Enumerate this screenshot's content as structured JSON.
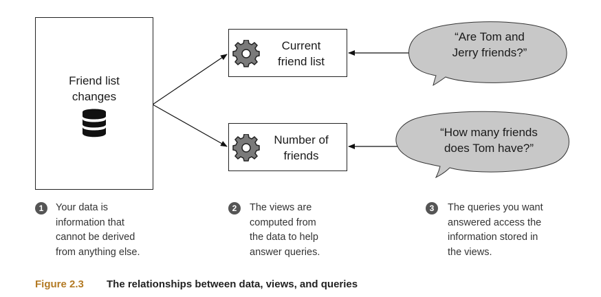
{
  "data_box": {
    "title": "Friend list\nchanges",
    "icon": "database-icon"
  },
  "views": [
    {
      "label": "Current\nfriend list",
      "icon": "gear-icon"
    },
    {
      "label": "Number of\nfriends",
      "icon": "gear-icon"
    }
  ],
  "queries": [
    {
      "text": "“Are Tom and\nJerry friends?”"
    },
    {
      "text": "“How many friends\ndoes Tom have?”"
    }
  ],
  "notes": [
    {
      "number": "1",
      "text": "Your data is\ninformation that\ncannot be derived\nfrom anything else."
    },
    {
      "number": "2",
      "text": "The views are\ncomputed from\nthe data to help\nanswer queries."
    },
    {
      "number": "3",
      "text": "The queries you want\nanswered access the\ninformation stored in\nthe views."
    }
  ],
  "caption": {
    "label": "Figure 2.3",
    "text": "The relationships between data, views, and queries"
  },
  "colors": {
    "bubble_fill": "#c8c8c8",
    "caption_accent": "#b37a24",
    "badge": "#555555"
  }
}
